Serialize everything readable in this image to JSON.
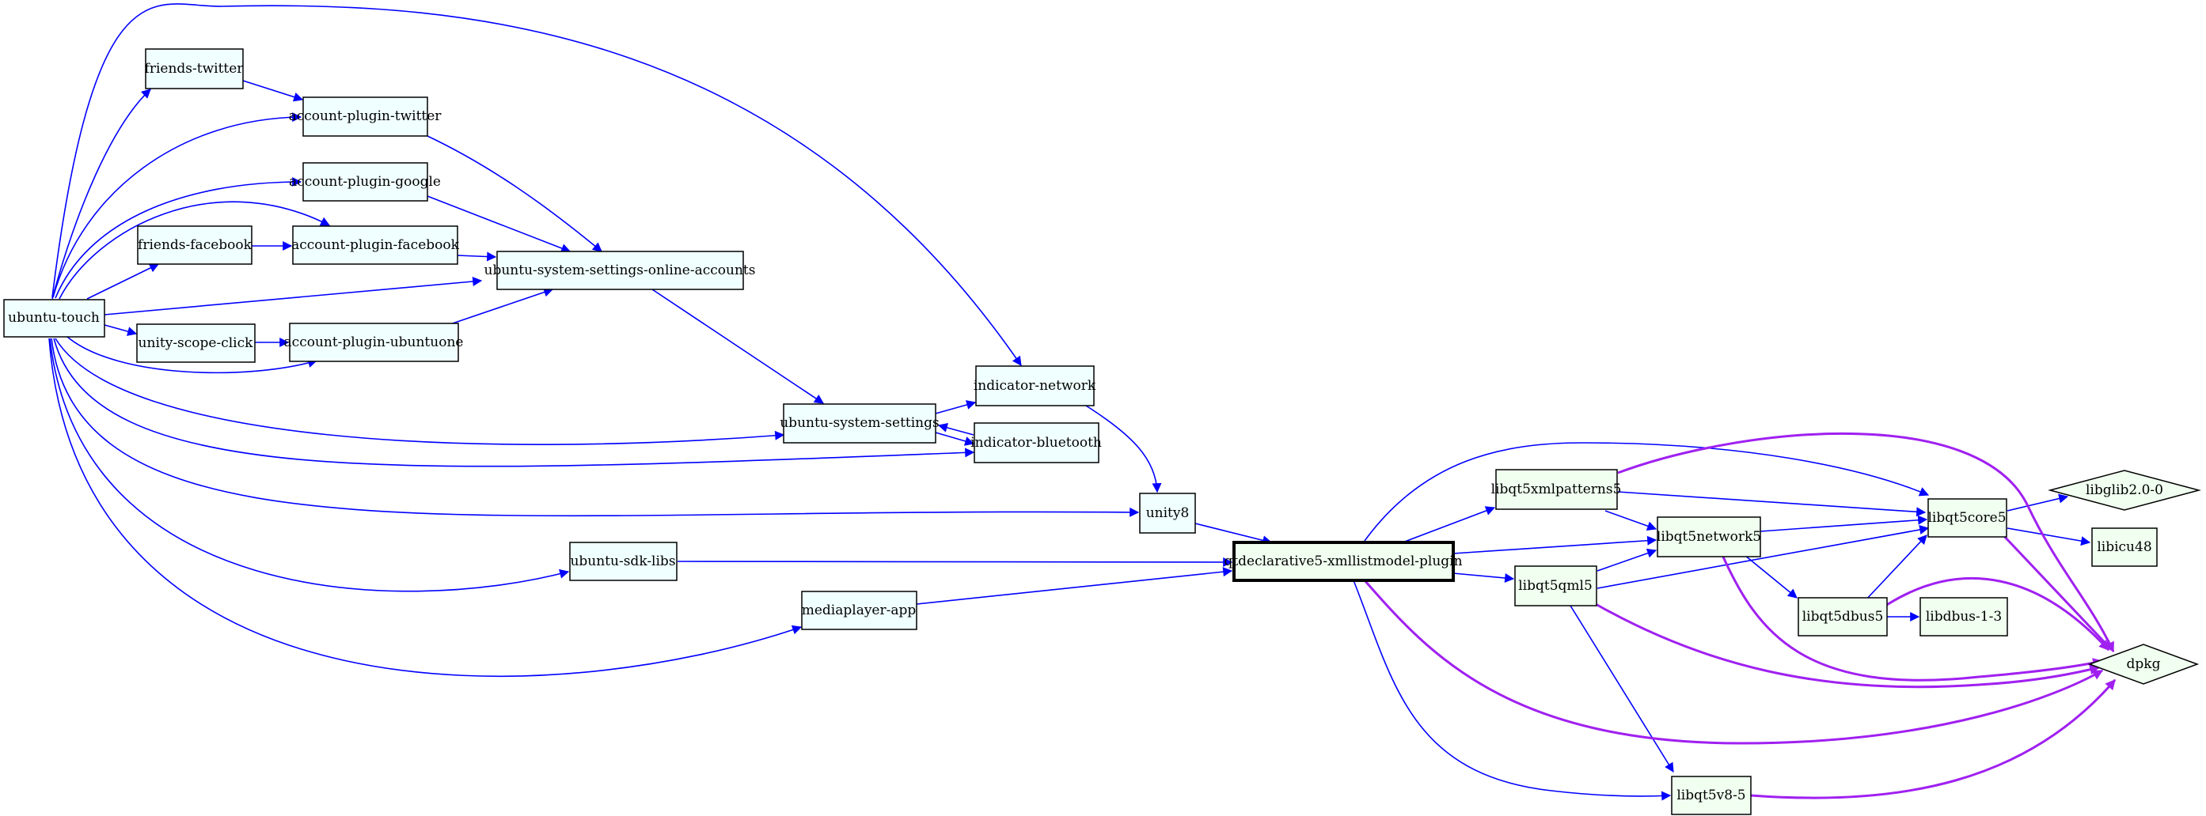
{
  "graph": {
    "colors": {
      "edge_blue": "#0000ff",
      "edge_purple": "#a020f0",
      "fill_blue_nodes": "#f0ffff",
      "fill_green_nodes": "#f0fff0",
      "stroke": "#000000"
    },
    "nodes": {
      "ubuntu_touch": "ubuntu-touch",
      "friends_twitter": "friends-twitter",
      "account_plugin_twitter": "account-plugin-twitter",
      "account_plugin_google": "account-plugin-google",
      "friends_facebook": "friends-facebook",
      "account_plugin_facebook": "account-plugin-facebook",
      "ubuntu_system_settings_online_accounts": "ubuntu-system-settings-online-accounts",
      "unity_scope_click": "unity-scope-click",
      "account_plugin_ubuntuone": "account-plugin-ubuntuone",
      "indicator_network": "indicator-network",
      "ubuntu_system_settings": "ubuntu-system-settings",
      "indicator_bluetooth": "indicator-bluetooth",
      "unity8": "unity8",
      "ubuntu_sdk_libs": "ubuntu-sdk-libs",
      "mediaplayer_app": "mediaplayer-app",
      "qtdeclarative5_xmllistmodel_plugin": "qtdeclarative5-xmllistmodel-plugin",
      "libqt5xmlpatterns5": "libqt5xmlpatterns5",
      "libqt5network5": "libqt5network5",
      "libqt5qml5": "libqt5qml5",
      "libqt5core5": "libqt5core5",
      "libqt5dbus5": "libqt5dbus5",
      "libdbus_1_3": "libdbus-1-3",
      "libqt5v8_5": "libqt5v8-5",
      "libglib2_0_0": "libglib2.0-0",
      "libicu48": "libicu48",
      "dpkg": "dpkg"
    }
  }
}
